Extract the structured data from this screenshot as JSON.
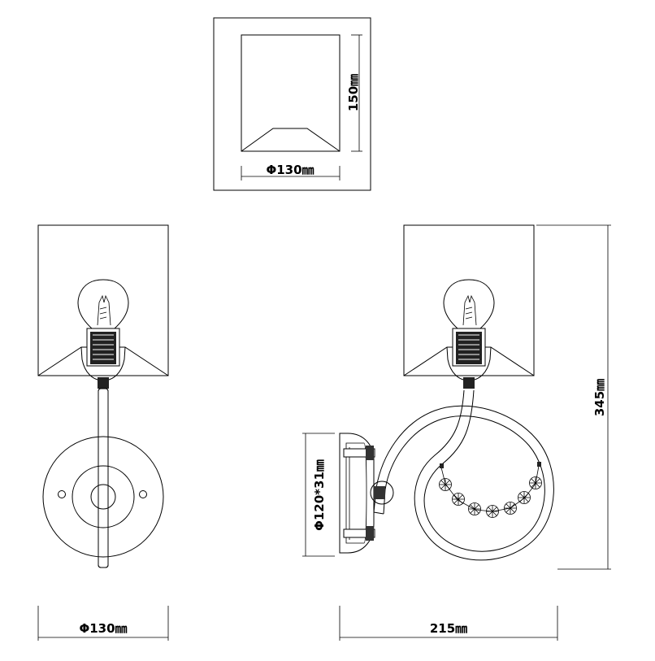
{
  "dimensions": {
    "shade_height": "150㎜",
    "shade_diameter": "Φ130㎜",
    "total_height": "345㎜",
    "backplate_size": "Φ120*31㎜",
    "front_width": "Φ130㎜",
    "side_depth": "215㎜"
  },
  "colors": {
    "line": "#000000",
    "background": "#ffffff"
  }
}
